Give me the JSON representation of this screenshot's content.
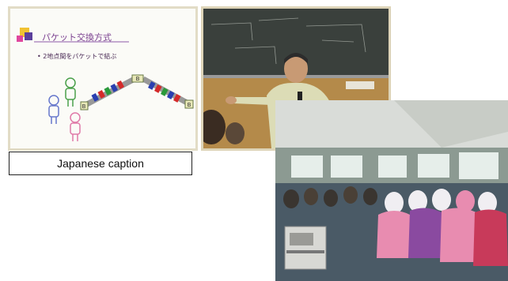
{
  "slide": {
    "title": "パケット交換方式",
    "bullet": "• 2地点間をパケットで結ぶ",
    "packet_label_left": "B",
    "packet_label_top": "B",
    "packet_label_right": "B"
  },
  "caption": {
    "text": "Japanese caption"
  },
  "colors": {
    "lecture_bg": "#3c4440",
    "wood_wall": "#b48a4a",
    "shirt": "#dcdcb6",
    "classroom_ceiling": "#d9dcd8",
    "student_scarf_pink": "#e88cb0",
    "student_scarf_white": "#f0eef2"
  }
}
